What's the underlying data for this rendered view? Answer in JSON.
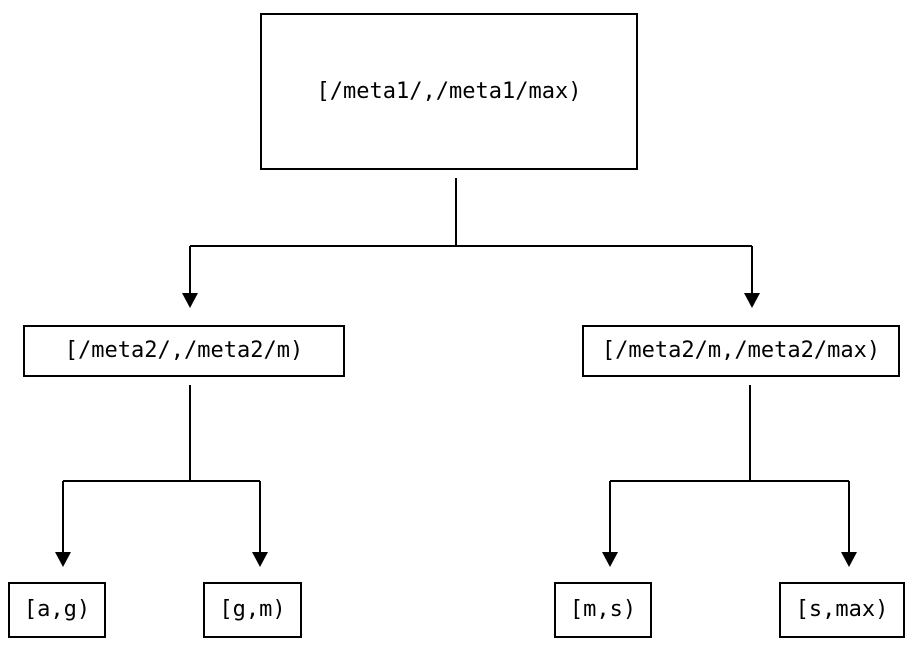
{
  "diagram": {
    "type": "tree",
    "description": "binary partition tree of key ranges",
    "colors": {
      "background": "#ffffff",
      "node_border": "#000000",
      "node_fill": "#ffffff",
      "text": "#000000",
      "connector": "#000000"
    },
    "root": {
      "label": "[/meta1/,/meta1/max)"
    },
    "level2": [
      {
        "label": "[/meta2/,/meta2/m)"
      },
      {
        "label": "[/meta2/m,/meta2/max)"
      }
    ],
    "leaves": [
      {
        "label": "[a,g)"
      },
      {
        "label": "[g,m)"
      },
      {
        "label": "[m,s)"
      },
      {
        "label": "[s,max)"
      }
    ]
  }
}
